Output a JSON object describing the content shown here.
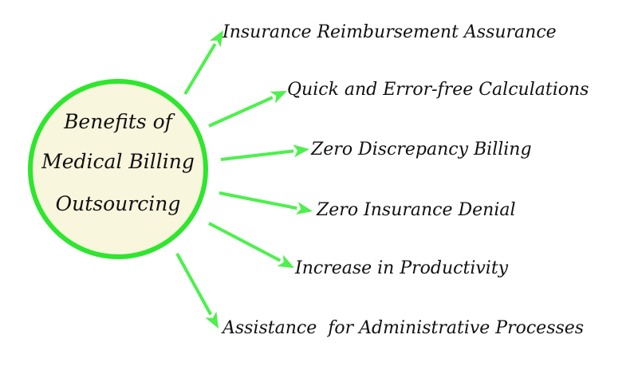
{
  "center": {
    "lines": [
      "Benefits of",
      "Medical Billing",
      "Outsourcing"
    ],
    "fill": "#f8f6dc",
    "stroke": "#2ee62e"
  },
  "arrow_color": "#4df04d",
  "benefits": [
    "Insurance Reimbursement Assurance",
    "Quick and Error-free Calculations",
    "Zero Discrepancy Billing",
    "Zero Insurance Denial",
    "Increase in Productivity",
    "Assistance  for Administrative Processes"
  ]
}
